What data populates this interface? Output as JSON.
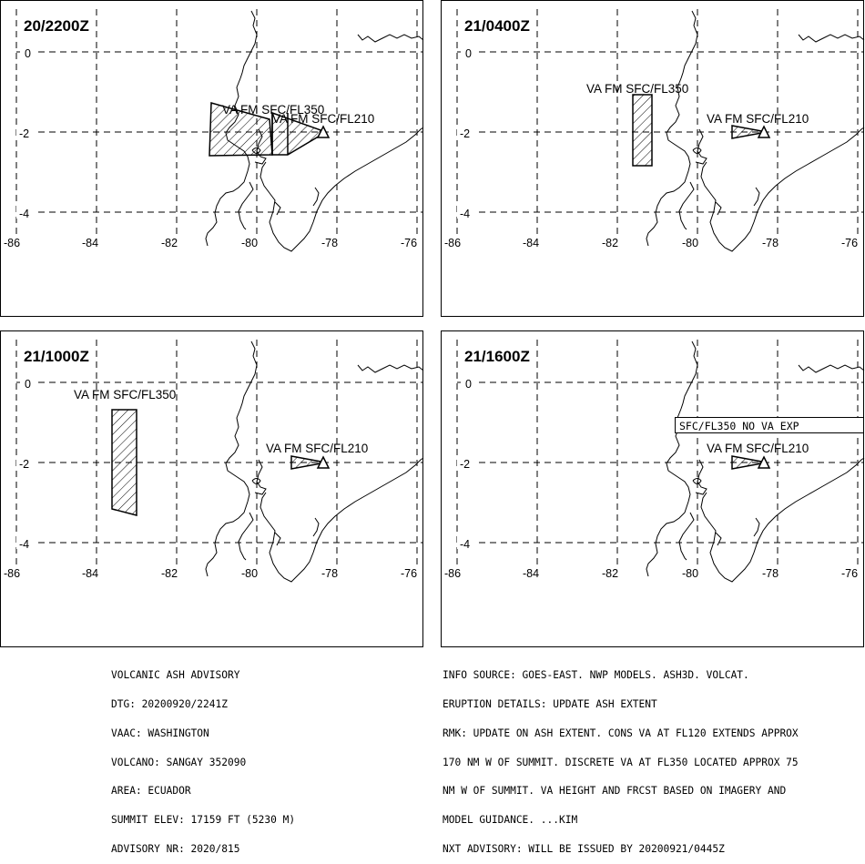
{
  "panels": [
    {
      "time": "20/2200Z",
      "labels": [
        {
          "text": "VA FM SFC/FL350"
        },
        {
          "text": "VA FM SFC/FL210"
        }
      ]
    },
    {
      "time": "21/0400Z",
      "labels": [
        {
          "text": "VA FM SFC/FL350"
        },
        {
          "text": "VA FM SFC/FL210"
        }
      ]
    },
    {
      "time": "21/1000Z",
      "labels": [
        {
          "text": "VA FM SFC/FL350"
        },
        {
          "text": "VA FM SFC/FL210"
        }
      ]
    },
    {
      "time": "21/1600Z",
      "labels": [
        {
          "text": "VA FM SFC/FL210"
        }
      ],
      "boxed_note": "SFC/FL350 NO VA EXP"
    }
  ],
  "axes": {
    "lat_ticks": [
      "0",
      "-2",
      "-4"
    ],
    "lon_ticks": [
      "-86",
      "-84",
      "-82",
      "-80",
      "-78",
      "-76"
    ]
  },
  "advisory_left": [
    "VOLCANIC ASH ADVISORY",
    "DTG: 20200920/2241Z",
    "VAAC: WASHINGTON",
    "VOLCANO: SANGAY 352090",
    "AREA: ECUADOR",
    "SUMMIT ELEV: 17159 FT (5230 M)",
    "ADVISORY NR: 2020/815"
  ],
  "advisory_right": [
    "INFO SOURCE: GOES-EAST. NWP MODELS. ASH3D. VOLCAT.",
    "ERUPTION DETAILS: UPDATE ASH EXTENT",
    "RMK: UPDATE ON ASH EXTENT. CONS VA AT FL120 EXTENDS APPROX",
    "170 NM W OF SUMMIT. DISCRETE VA AT FL350 LOCATED APPROX 75",
    "NM W OF SUMMIT. VA HEIGHT AND FRCST BASED ON IMAGERY AND",
    "MODEL GUIDANCE. ...KIM",
    "NXT ADVISORY: WILL BE ISSUED BY 20200921/0445Z"
  ],
  "colors": {
    "ink": "#000000",
    "background": "#ffffff"
  },
  "icons": {
    "volcano": "volcano-triangle-icon"
  }
}
